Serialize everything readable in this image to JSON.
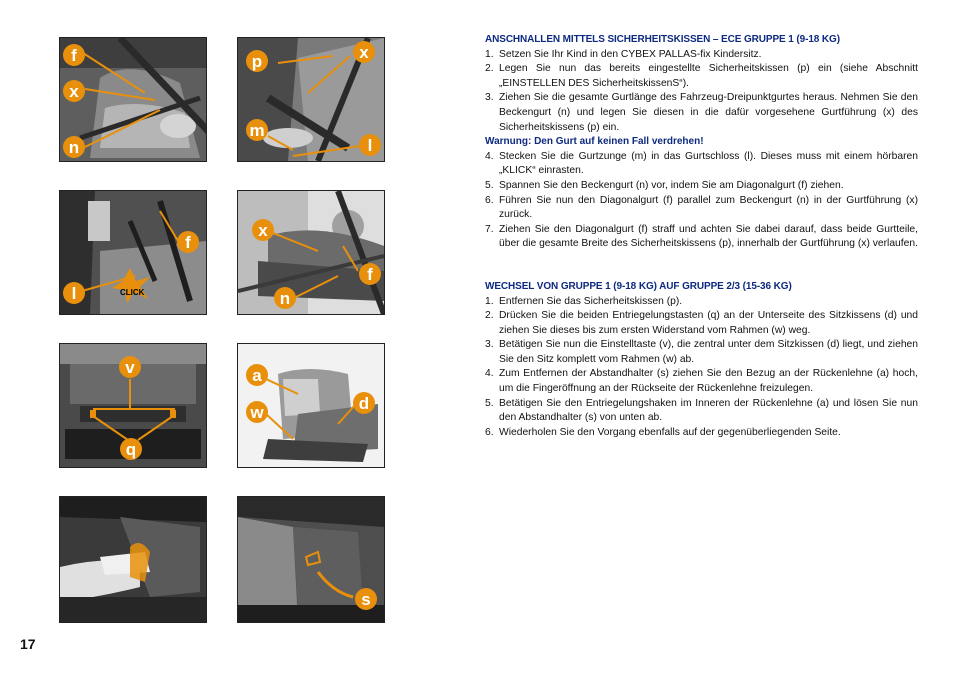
{
  "page_number": "17",
  "section1": {
    "heading": "ANSCHNALLEN MITTELS SICHERHEITSKISSEN – ECE GRUPPE 1 (9-18 KG)",
    "items_a": [
      {
        "num": "1.",
        "text": "Setzen Sie Ihr Kind in den CYBEX PALLAS-fix Kindersitz."
      },
      {
        "num": "2.",
        "text": "Legen Sie nun das bereits eingestellte Sicherheitskissen (p) ein (siehe Abschnitt „EINSTELLEN DES SicherheitskissenS“)."
      },
      {
        "num": "3.",
        "text": "Ziehen Sie die gesamte Gurtlänge des Fahrzeug-Dreipunktgurtes heraus. Nehmen Sie den Beckengurt (n) und legen Sie diesen in die dafür vorgesehene Gurtführung (x) des Sicherheitskissens (p) ein."
      }
    ],
    "warning": "Warnung: Den Gurt auf keinen Fall verdrehen!",
    "items_b": [
      {
        "num": "4.",
        "text": "Stecken Sie die Gurtzunge (m) in das Gurtschloss (l). Dieses muss mit einem hörbaren „KLICK“ einrasten."
      },
      {
        "num": "5.",
        "text": "Spannen Sie den Beckengurt (n) vor, indem Sie am Diagonalgurt (f) ziehen."
      },
      {
        "num": "6.",
        "text": "Führen Sie nun den Diagonalgurt (f) parallel zum Beckengurt (n) in der Gurtführung (x) zurück."
      },
      {
        "num": "7.",
        "text": "Ziehen Sie den Diagonalgurt (f) straff und achten Sie dabei darauf, dass beide Gurtteile, über die gesamte Breite des Sicherheitskissens (p), innerhalb der Gurtführung (x) verlaufen."
      }
    ]
  },
  "section2": {
    "heading": "WECHSEL VON GRUPPE 1 (9-18 KG) AUF GRUPPE 2/3 (15-36 KG)",
    "items": [
      {
        "num": "1.",
        "text": "Entfernen Sie das Sicherheitskissen (p)."
      },
      {
        "num": "2.",
        "text": "Drücken Sie die beiden Entriegelungstasten (q) an der Unterseite des Sitzkissens (d) und ziehen Sie dieses bis zum ersten Widerstand vom Rahmen (w) weg."
      },
      {
        "num": "3.",
        "text": "Betätigen Sie nun die Einstelltaste (v), die zentral unter dem Sitzkissen (d) liegt, und ziehen Sie den Sitz komplett vom Rahmen (w) ab."
      },
      {
        "num": "4.",
        "text": "Zum Entfernen der Abstandhalter (s) ziehen Sie den Bezug an der Rückenlehne (a) hoch, um die Fingeröffnung an der Rückseite der Rückenlehne freizulegen."
      },
      {
        "num": "5.",
        "text": "Betätigen Sie den Entriegelungshaken im Inneren der Rückenlehne (a) und lösen Sie nun den Abstandhalter (s) von unten ab."
      },
      {
        "num": "6.",
        "text": "Wiederholen Sie den Vorgang ebenfalls auf der gegenüberliegenden Seite."
      }
    ]
  },
  "figures": {
    "fig1": {
      "labels": [
        "f",
        "x",
        "n"
      ]
    },
    "fig2": {
      "labels": [
        "p",
        "x",
        "m",
        "l"
      ]
    },
    "fig3": {
      "labels": [
        "f",
        "l"
      ],
      "click": "CLICK"
    },
    "fig4": {
      "labels": [
        "x",
        "f",
        "n"
      ]
    },
    "fig5": {
      "labels": [
        "v",
        "q"
      ]
    },
    "fig6": {
      "labels": [
        "a",
        "w",
        "d"
      ]
    },
    "fig8": {
      "labels": [
        "s"
      ]
    }
  },
  "colors": {
    "accent": "#e8900c",
    "heading": "#0d2a80"
  }
}
